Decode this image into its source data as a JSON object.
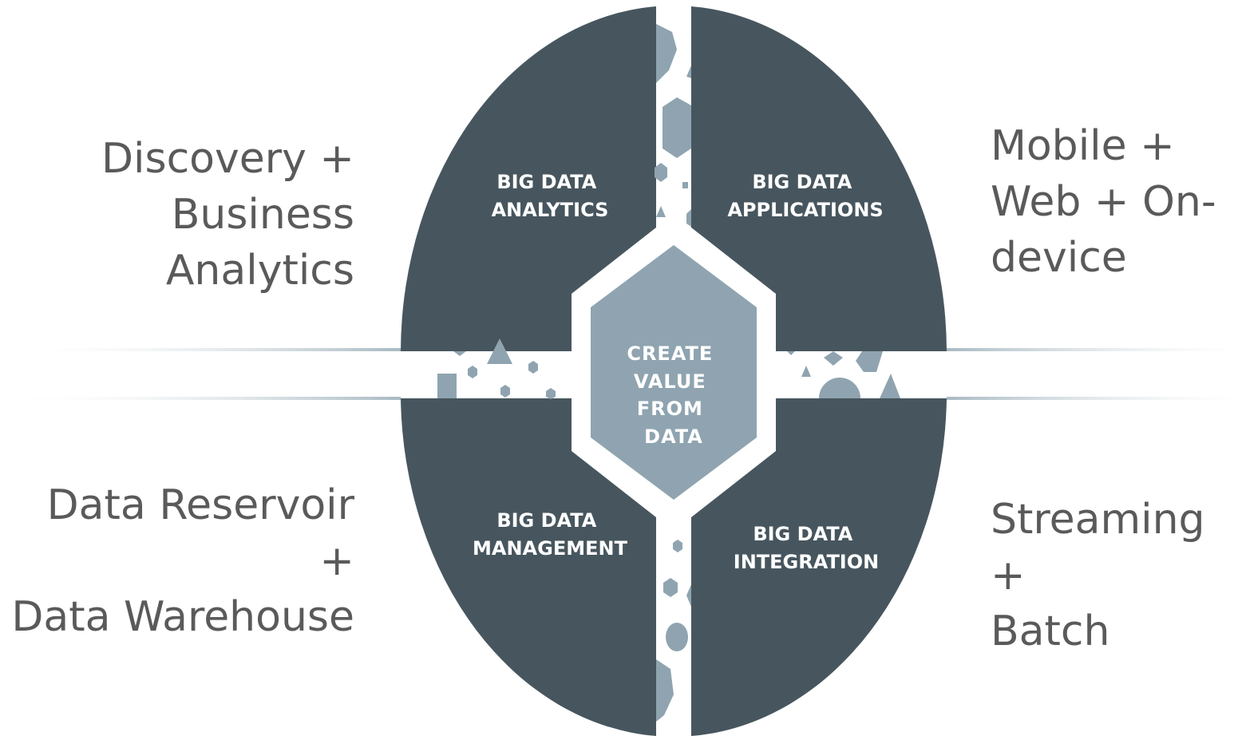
{
  "center": {
    "lines": [
      "CREATE",
      "VALUE",
      "FROM",
      "DATA"
    ]
  },
  "quadrants": {
    "top_left": {
      "lines": [
        "BIG DATA",
        "ANALYTICS"
      ]
    },
    "top_right": {
      "lines": [
        "BIG DATA",
        "APPLICATIONS"
      ]
    },
    "bottom_left": {
      "lines": [
        "BIG DATA",
        "MANAGEMENT"
      ]
    },
    "bottom_right": {
      "lines": [
        "BIG DATA",
        "INTEGRATION"
      ]
    }
  },
  "side_labels": {
    "top_left": "Discovery +\nBusiness\nAnalytics",
    "top_right": "Mobile +\nWeb + On-\ndevice",
    "bottom_left": "Data Reservoir +\nData Warehouse",
    "bottom_right": "Streaming +\nBatch"
  },
  "colors": {
    "quadrant_fill": "#47565e",
    "hexagon_fill": "#8fa4b0",
    "shape_fill": "#8fa4b0",
    "side_text": "#5a5a5a",
    "line_color": "#b7c5cc"
  }
}
